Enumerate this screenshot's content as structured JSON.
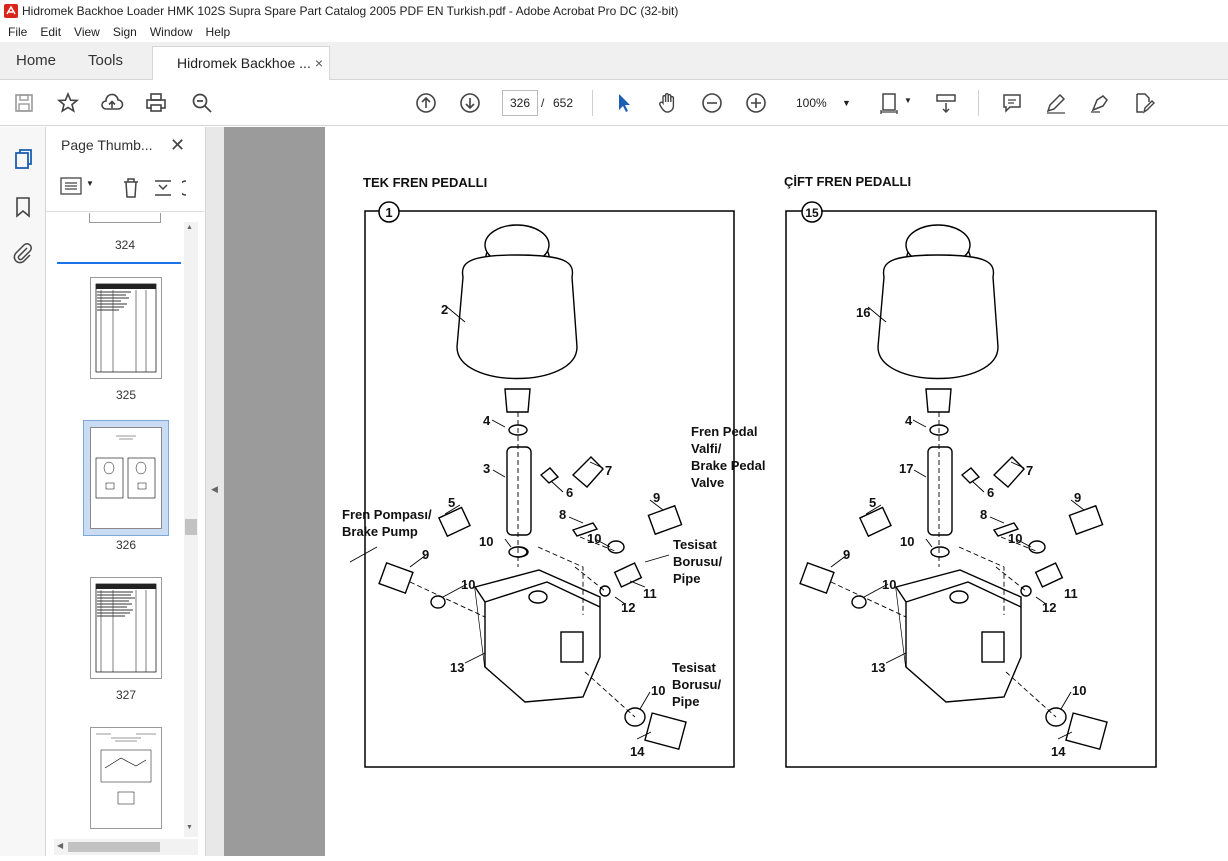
{
  "window": {
    "title": "Hidromek Backhoe Loader HMK 102S Supra Spare Part Catalog 2005 PDF EN Turkish.pdf - Adobe Acrobat Pro DC (32-bit)"
  },
  "menu": [
    "File",
    "Edit",
    "View",
    "Sign",
    "Window",
    "Help"
  ],
  "tabs": {
    "home": "Home",
    "tools": "Tools",
    "doc": "Hidromek Backhoe ...",
    "close": "×"
  },
  "toolbar": {
    "page_current": "326",
    "page_sep": "/",
    "page_total": "652",
    "zoom": "100%"
  },
  "panel": {
    "title": "Page Thumb...",
    "close": "✕",
    "thumbs": [
      "324",
      "325",
      "326",
      "327"
    ]
  },
  "diagram": {
    "left_header": "TEK FREN PEDALLI",
    "right_header": "ÇİFT FREN PEDALLI",
    "left_callout": "1",
    "right_callout": "15",
    "fren_pompasi_1": "Fren Pompası/",
    "fren_pompasi_2": "Brake Pump",
    "fren_pedal_1": "Fren Pedal",
    "fren_pedal_2": "Valfi/",
    "fren_pedal_3": "Brake Pedal",
    "fren_pedal_4": "Valve",
    "tesisat1_1": "Tesisat",
    "tesisat1_2": "Borusu/",
    "tesisat1_3": "Pipe",
    "tesisat2_1": "Tesisat",
    "tesisat2_2": "Borusu/",
    "tesisat2_3": "Pipe",
    "left_parts": [
      "2",
      "4",
      "3",
      "7",
      "6",
      "5",
      "9",
      "8",
      "10",
      "10",
      "9",
      "10",
      "11",
      "12",
      "13",
      "10",
      "14"
    ],
    "right_parts": [
      "16",
      "4",
      "17",
      "7",
      "6",
      "5",
      "9",
      "8",
      "10",
      "10",
      "9",
      "10",
      "11",
      "12",
      "13",
      "10",
      "14"
    ]
  }
}
